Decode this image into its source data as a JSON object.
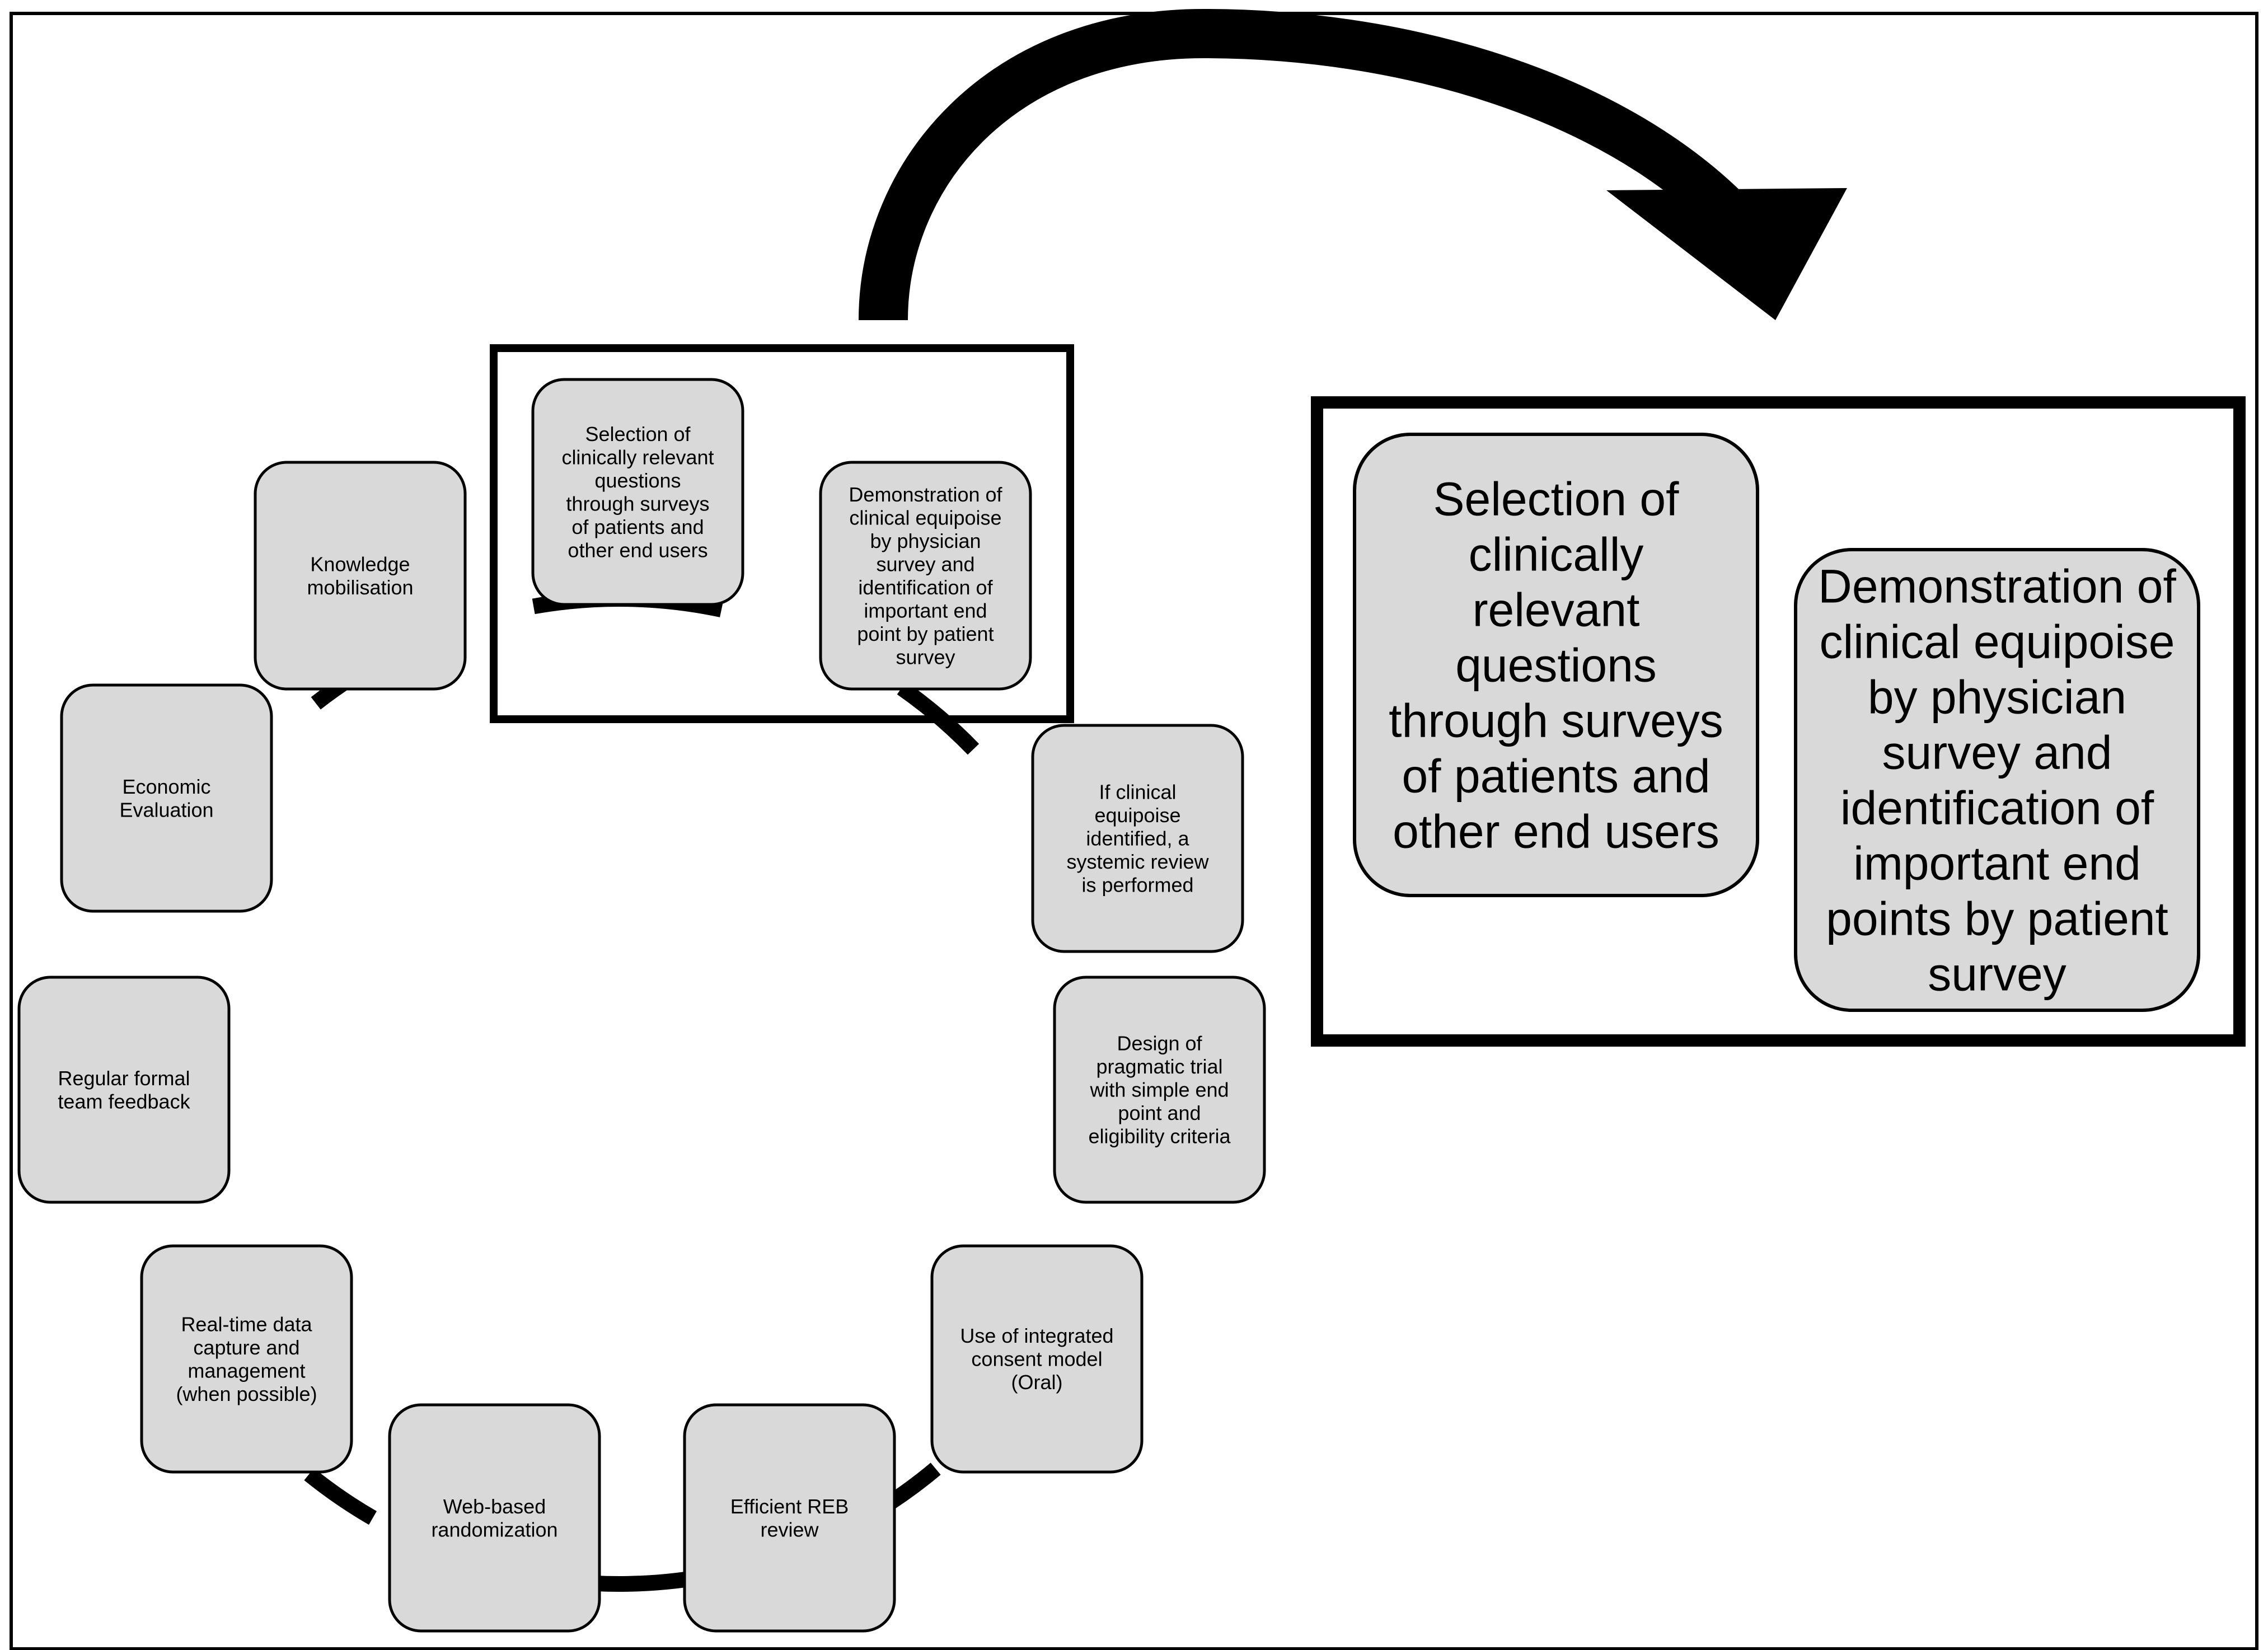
{
  "colors": {
    "node_fill": "#d9d9d9",
    "stroke": "#000000",
    "background": "#ffffff"
  },
  "cycle_nodes": [
    {
      "id": "selection",
      "lines": [
        "Selection of",
        "clinically relevant",
        "questions",
        "through surveys",
        "of patients and",
        "other end users"
      ]
    },
    {
      "id": "equipoise",
      "lines": [
        "Demonstration of",
        "clinical equipoise",
        "by physician",
        "survey and",
        "identification of",
        "important end",
        "point by patient",
        "survey"
      ]
    },
    {
      "id": "systematic-review",
      "lines": [
        "If clinical",
        "equipoise",
        "identified, a",
        "systemic review",
        "is performed"
      ]
    },
    {
      "id": "pragmatic-trial",
      "lines": [
        "Design of",
        "pragmatic trial",
        "with simple end",
        "point and",
        "eligibility criteria"
      ]
    },
    {
      "id": "consent",
      "lines": [
        "Use of integrated",
        "consent model",
        "(Oral)"
      ]
    },
    {
      "id": "reb-review",
      "lines": [
        "Efficient REB",
        "review"
      ]
    },
    {
      "id": "randomization",
      "lines": [
        "Web-based",
        "randomization"
      ]
    },
    {
      "id": "data-capture",
      "lines": [
        "Real-time data",
        "capture and",
        "management",
        "(when possible)"
      ]
    },
    {
      "id": "team-feedback",
      "lines": [
        "Regular formal",
        "team feedback"
      ]
    },
    {
      "id": "economic-evaluation",
      "lines": [
        "Economic",
        "Evaluation"
      ]
    },
    {
      "id": "knowledge",
      "lines": [
        "Knowledge",
        "mobilisation"
      ]
    }
  ],
  "zoom_nodes": [
    {
      "id": "zoom-selection",
      "lines": [
        "Selection of",
        "clinically",
        "relevant",
        "questions",
        "through surveys",
        "of patients and",
        "other end users"
      ]
    },
    {
      "id": "zoom-equipoise",
      "lines": [
        "Demonstration of",
        "clinical equipoise",
        "by physician",
        "survey and",
        "identification of",
        "important end",
        "points by patient",
        "survey"
      ]
    }
  ]
}
